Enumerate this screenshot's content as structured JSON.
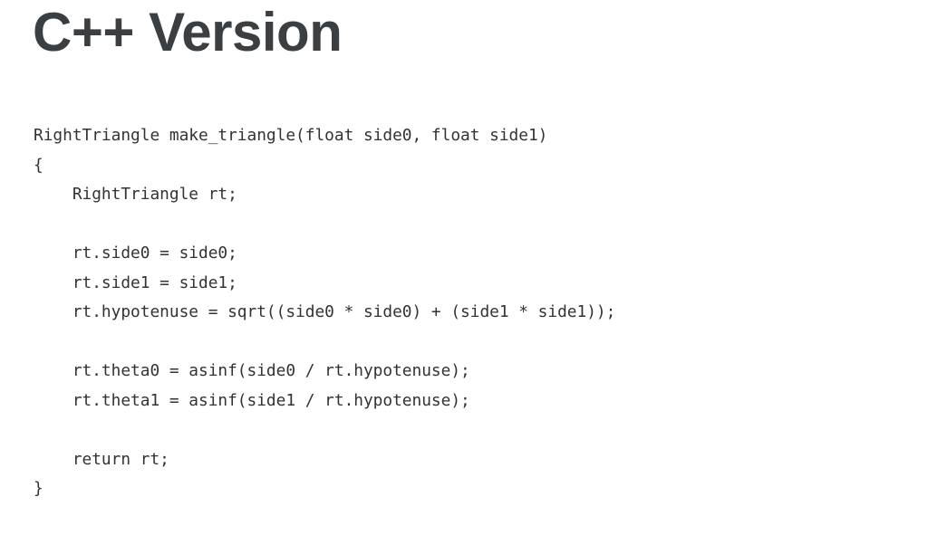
{
  "slide": {
    "title": "C++ Version",
    "background_color": "#ffffff",
    "title_color": "#3c3f41",
    "code_color": "#333333",
    "language": "cpp"
  },
  "code": {
    "lines": [
      "RightTriangle make_triangle(float side0, float side1)",
      "{",
      "    RightTriangle rt;",
      "",
      "    rt.side0 = side0;",
      "    rt.side1 = side1;",
      "    rt.hypotenuse = sqrt((side0 * side0) + (side1 * side1));",
      "",
      "    rt.theta0 = asinf(side0 / rt.hypotenuse);",
      "    rt.theta1 = asinf(side1 / rt.hypotenuse);",
      "",
      "    return rt;",
      "}"
    ]
  }
}
